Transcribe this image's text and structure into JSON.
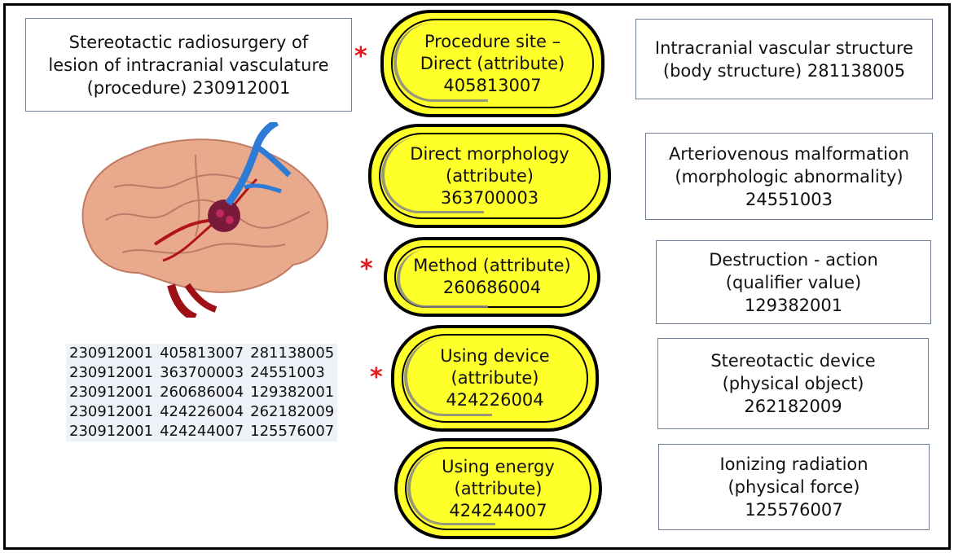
{
  "concept_box": {
    "lines": [
      "Stereotactic radiosurgery of",
      "lesion of intracranial vasculature",
      "(procedure) 230912001"
    ]
  },
  "attributes": [
    {
      "lines": [
        "Procedure site –",
        "Direct (attribute)",
        "405813007"
      ],
      "required": true
    },
    {
      "lines": [
        "Direct morphology",
        "(attribute)",
        "363700003"
      ],
      "required": false
    },
    {
      "lines": [
        "Method (attribute)",
        "260686004"
      ],
      "required": true
    },
    {
      "lines": [
        "Using device",
        "(attribute)",
        "424226004"
      ],
      "required": true
    },
    {
      "lines": [
        "Using energy",
        "(attribute)",
        "424244007"
      ],
      "required": false
    }
  ],
  "values": [
    {
      "lines": [
        "Intracranial vascular structure",
        "(body structure) 281138005"
      ]
    },
    {
      "lines": [
        "Arteriovenous malformation",
        "(morphologic abnormality)",
        "24551003"
      ]
    },
    {
      "lines": [
        "Destruction - action",
        "(qualifier value)",
        "129382001"
      ]
    },
    {
      "lines": [
        "Stereotactic device",
        "(physical object)",
        "262182009"
      ]
    },
    {
      "lines": [
        "Ionizing radiation",
        "(physical force)",
        "125576007"
      ]
    }
  ],
  "asterisk": "*",
  "relationship_table": {
    "rows": [
      [
        "230912001",
        "405813007",
        "281138005"
      ],
      [
        "230912001",
        "363700003",
        "24551003"
      ],
      [
        "230912001",
        "260686004",
        "129382001"
      ],
      [
        "230912001",
        "424226004",
        "262182009"
      ],
      [
        "230912001",
        "424244007",
        "125576007"
      ]
    ]
  },
  "colors": {
    "pill_fill": "#ffff2a",
    "asterisk": "#e4191c",
    "table_bg": "#eef1f8"
  }
}
